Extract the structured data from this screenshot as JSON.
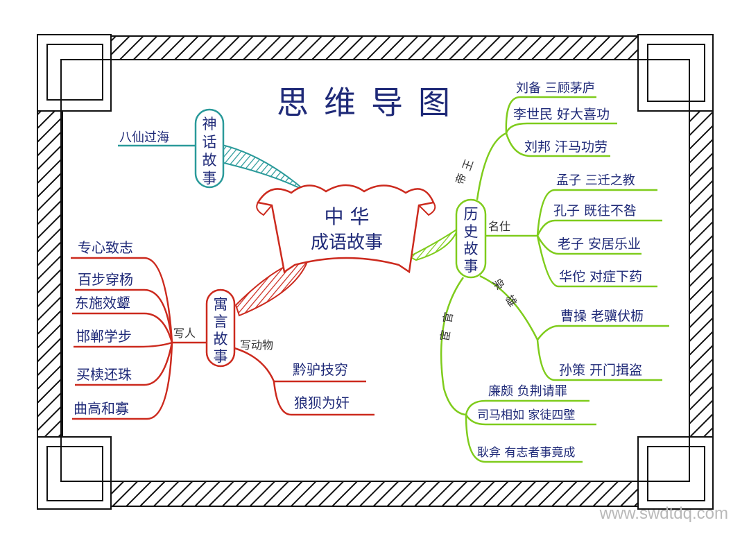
{
  "title": "思维导图",
  "center": {
    "line1": "中  华",
    "line2": "成语故事"
  },
  "myth": {
    "label": [
      "神",
      "话",
      "故",
      "事"
    ],
    "leaf": "八仙过海"
  },
  "fable": {
    "label": [
      "寓",
      "言",
      "故",
      "事"
    ],
    "people_group": "写人",
    "people": [
      "专心致志",
      "百步穿杨",
      "东施效颦",
      "邯郸学步",
      "买椟还珠",
      "曲高和寡"
    ],
    "animal_group": "写动物",
    "animals": [
      "黔驴技穷",
      "狼狈为奸"
    ]
  },
  "history": {
    "label": [
      "历",
      "史",
      "故",
      "事"
    ],
    "emperor_group": [
      "帝",
      "王"
    ],
    "emperors": [
      "刘备 三顾茅庐",
      "李世民 好大喜功",
      "刘邦 汗马功劳"
    ],
    "sage_group": "名仕",
    "sages": [
      "孟子 三迁之教",
      "孔子 既往不咎",
      "老子 安居乐业",
      "华佗 对症下药"
    ],
    "hero_group": [
      "枭",
      "雄"
    ],
    "heroes": [
      "曹操 老骥伏枥",
      "孙策 开门揖盗"
    ],
    "official_group": [
      "官",
      "宦"
    ],
    "officials": [
      "廉颇 负荆请罪",
      "司马相如 家徒四壁",
      "耿弇 有志者事竟成"
    ]
  },
  "colors": {
    "ink": "#1f2a78",
    "myth": "#2a9a9a",
    "fable": "#cc2a1e",
    "history": "#7fcc1c",
    "frame": "#111111"
  },
  "watermark": "www.swdtdq.com"
}
